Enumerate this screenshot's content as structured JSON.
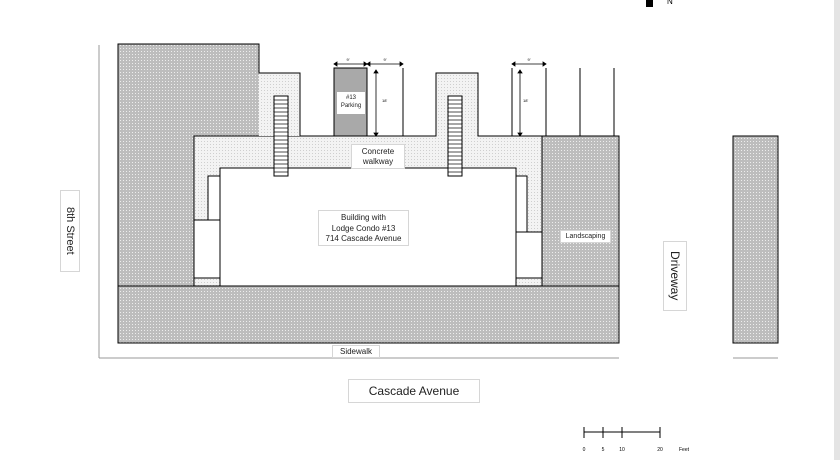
{
  "street_label": "8th Street",
  "avenue_label": "Cascade Avenue",
  "sidewalk_label": "Sidewalk",
  "driveway_label": "Driveway",
  "landscaping_label": "Landscaping",
  "walkway_label": "Concrete\nwalkway",
  "building_label": "Building with\nLodge Condo #13\n714 Cascade Avenue",
  "parking_label": "#13\nParking",
  "dims": {
    "width_a": "9'",
    "width_b": "9'",
    "width_c": "9'",
    "depth_a": "18'",
    "depth_b": "18'"
  },
  "north_label": "N",
  "scale": {
    "ticks": [
      "0",
      "5",
      "10",
      "20"
    ],
    "unit": "Feet"
  },
  "colors": {
    "landscaping": "#dcdcdc",
    "walkway": "#ececec",
    "parking_fill": "#a9a9a9",
    "outline": "#000000"
  }
}
